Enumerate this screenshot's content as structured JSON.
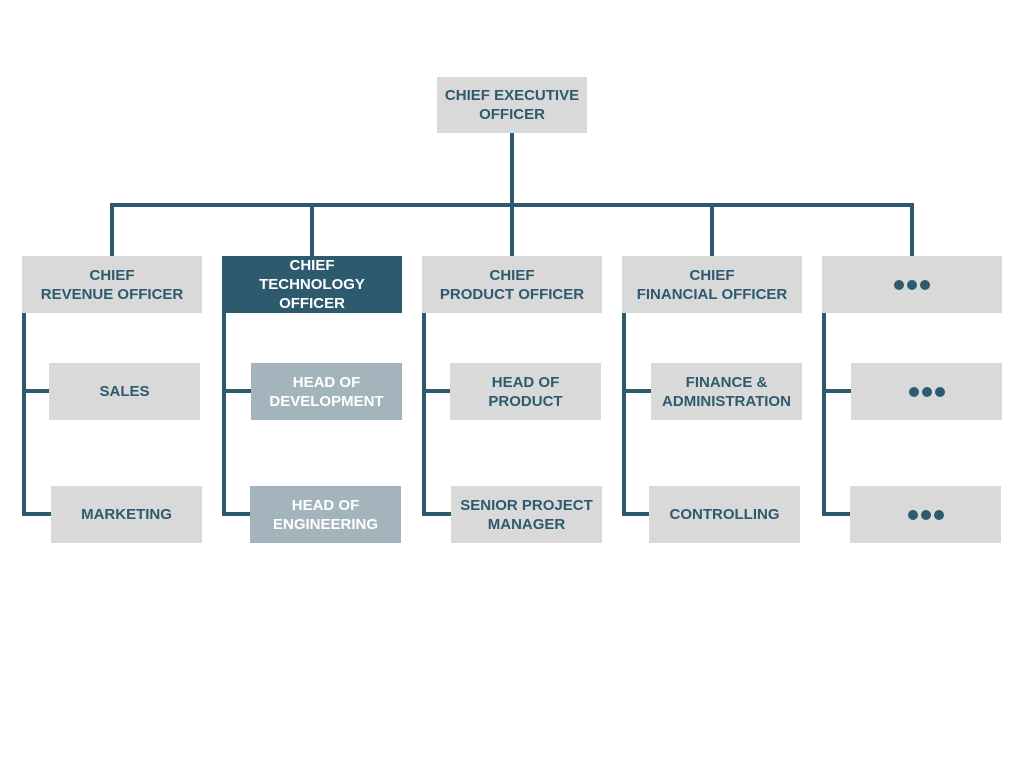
{
  "org": {
    "ceo": "CHIEF EXECUTIVE\nOFFICER",
    "cro": "CHIEF\nREVENUE OFFICER",
    "cto": "CHIEF\nTECHNOLOGY OFFICER",
    "cpo": "CHIEF\nPRODUCT OFFICER",
    "cfo": "CHIEF\nFINANCIAL OFFICER",
    "sales": "SALES",
    "marketing": "MARKETING",
    "head_of_development": "HEAD OF\nDEVELOPMENT",
    "head_of_engineering": "HEAD OF\nENGINEERING",
    "head_of_product": "HEAD OF PRODUCT",
    "senior_project_manager": "SENIOR PROJECT\nMANAGER",
    "finance_administration": "FINANCE &\nADMINISTRATION",
    "controlling": "CONTROLLING"
  },
  "colors": {
    "primary": "#2d5a6e",
    "box": "#d9d9d9",
    "muted": "#a3b4bc",
    "text_light": "#ffffff"
  },
  "icons": {
    "more": "ellipsis-icon"
  }
}
